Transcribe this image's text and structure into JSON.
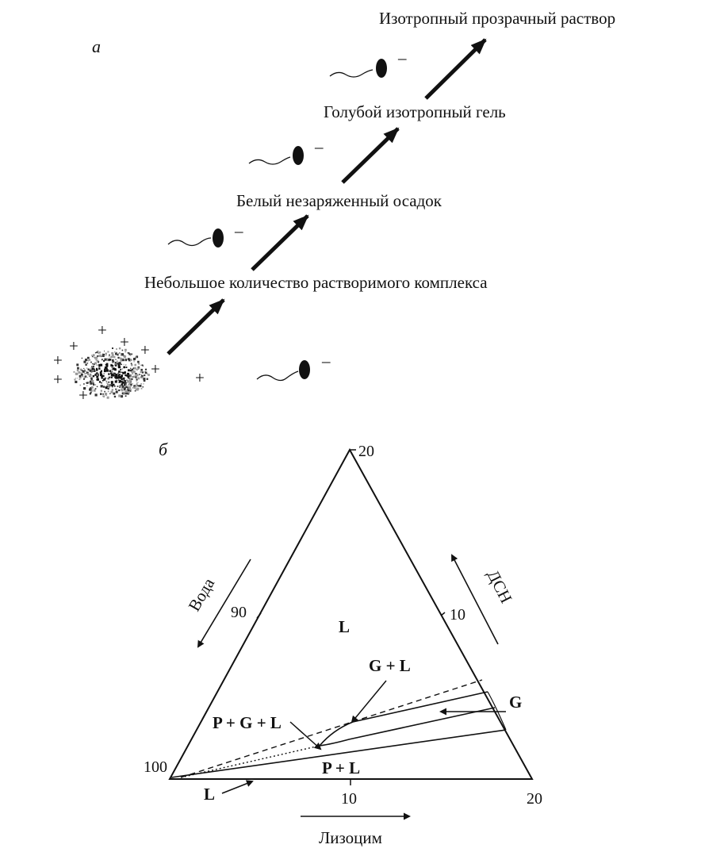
{
  "panel_a": {
    "letter": "а",
    "steps": [
      "Небольшое количество растворимого комплекса",
      "Белый незаряженный осадок",
      "Голубой изотропный гель",
      "Изотропный прозрачный раствор"
    ],
    "positive_sign": "+",
    "negative_sign": "–"
  },
  "panel_b": {
    "letter": "б",
    "axes": {
      "water": "Вода",
      "surfactant": "ДСН",
      "protein": "Лизоцим"
    },
    "ticks": {
      "apex": "20",
      "left_vertex": "100",
      "left_side_mid": "90",
      "right_side_mid": "10",
      "bottom_mid": "10",
      "right_vertex": "20"
    },
    "regions": {
      "L_top": "L",
      "G_plus_L": "G + L",
      "P_G_L": "P + G + L",
      "P_L": "P + L",
      "G": "G",
      "L_bottom": "L"
    }
  }
}
